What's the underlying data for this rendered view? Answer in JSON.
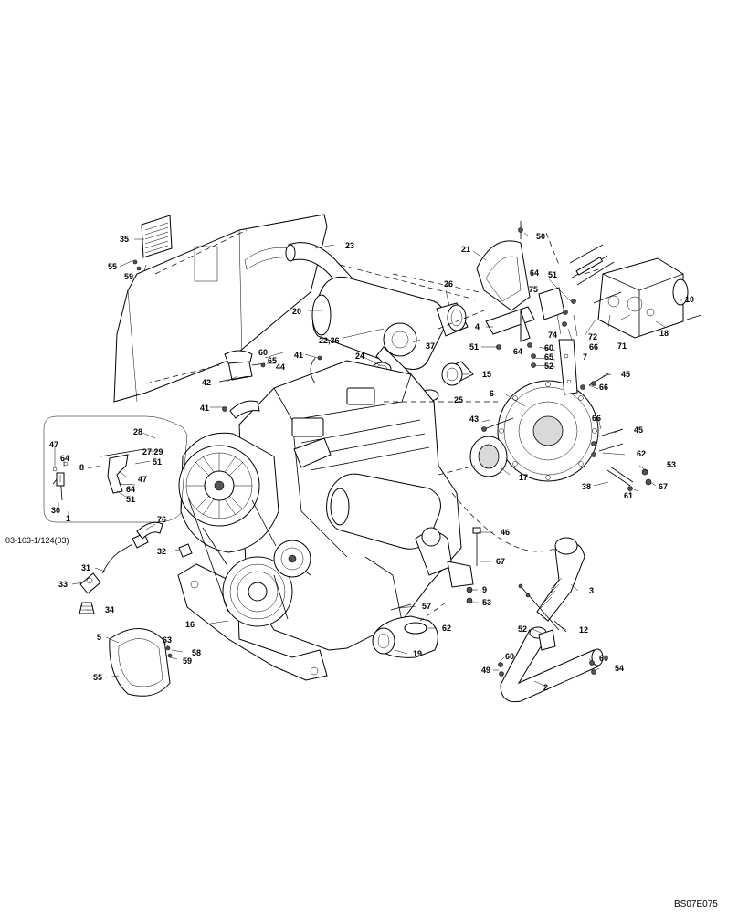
{
  "reference_code": "03-103-1/124(03)",
  "drawing_code": "BS07E075",
  "callouts": {
    "c1": "1",
    "c2": "2",
    "c3": "3",
    "c4": "4",
    "c5": "5",
    "c6": "6",
    "c7": "7",
    "c8": "8",
    "c9": "9",
    "c10": "10",
    "c12": "12",
    "c15": "15",
    "c16": "16",
    "c17": "17",
    "c18": "18",
    "c19": "19",
    "c20": "20",
    "c21": "21",
    "c23": "23",
    "c24": "24",
    "c25": "25",
    "c26": "26",
    "c27_29": "27,29",
    "c28": "28",
    "c30": "30",
    "c31": "31",
    "c32": "32",
    "c33": "33",
    "c34": "34",
    "c35": "35",
    "c37": "37",
    "c38": "38",
    "c22_36": "22,36",
    "c41a": "41",
    "c41b": "41",
    "c42": "42",
    "c43": "43",
    "c44": "44",
    "c45a": "45",
    "c45b": "45",
    "c46": "46",
    "c47a": "47",
    "c47b": "47",
    "c49": "49",
    "c50": "50",
    "c51a": "51",
    "c51b": "51",
    "c51c": "51",
    "c51d": "51",
    "c52a": "52",
    "c52b": "52",
    "c53a": "53",
    "c53b": "53",
    "c54": "54",
    "c55a": "55",
    "c55b": "55",
    "c57": "57",
    "c58": "58",
    "c59a": "59",
    "c59b": "59",
    "c60a": "60",
    "c60b": "60",
    "c60c": "60",
    "c60d": "60",
    "c61": "61",
    "c62a": "62",
    "c62b": "62",
    "c63": "63",
    "c64a": "64",
    "c64b": "64",
    "c64c": "64",
    "c64d": "64",
    "c65a": "65",
    "c65b": "65",
    "c66a": "66",
    "c66b": "66",
    "c66c": "66",
    "c67a": "67",
    "c67b": "67",
    "c71": "71",
    "c72": "72",
    "c74": "74",
    "c75": "75",
    "c76": "76"
  }
}
